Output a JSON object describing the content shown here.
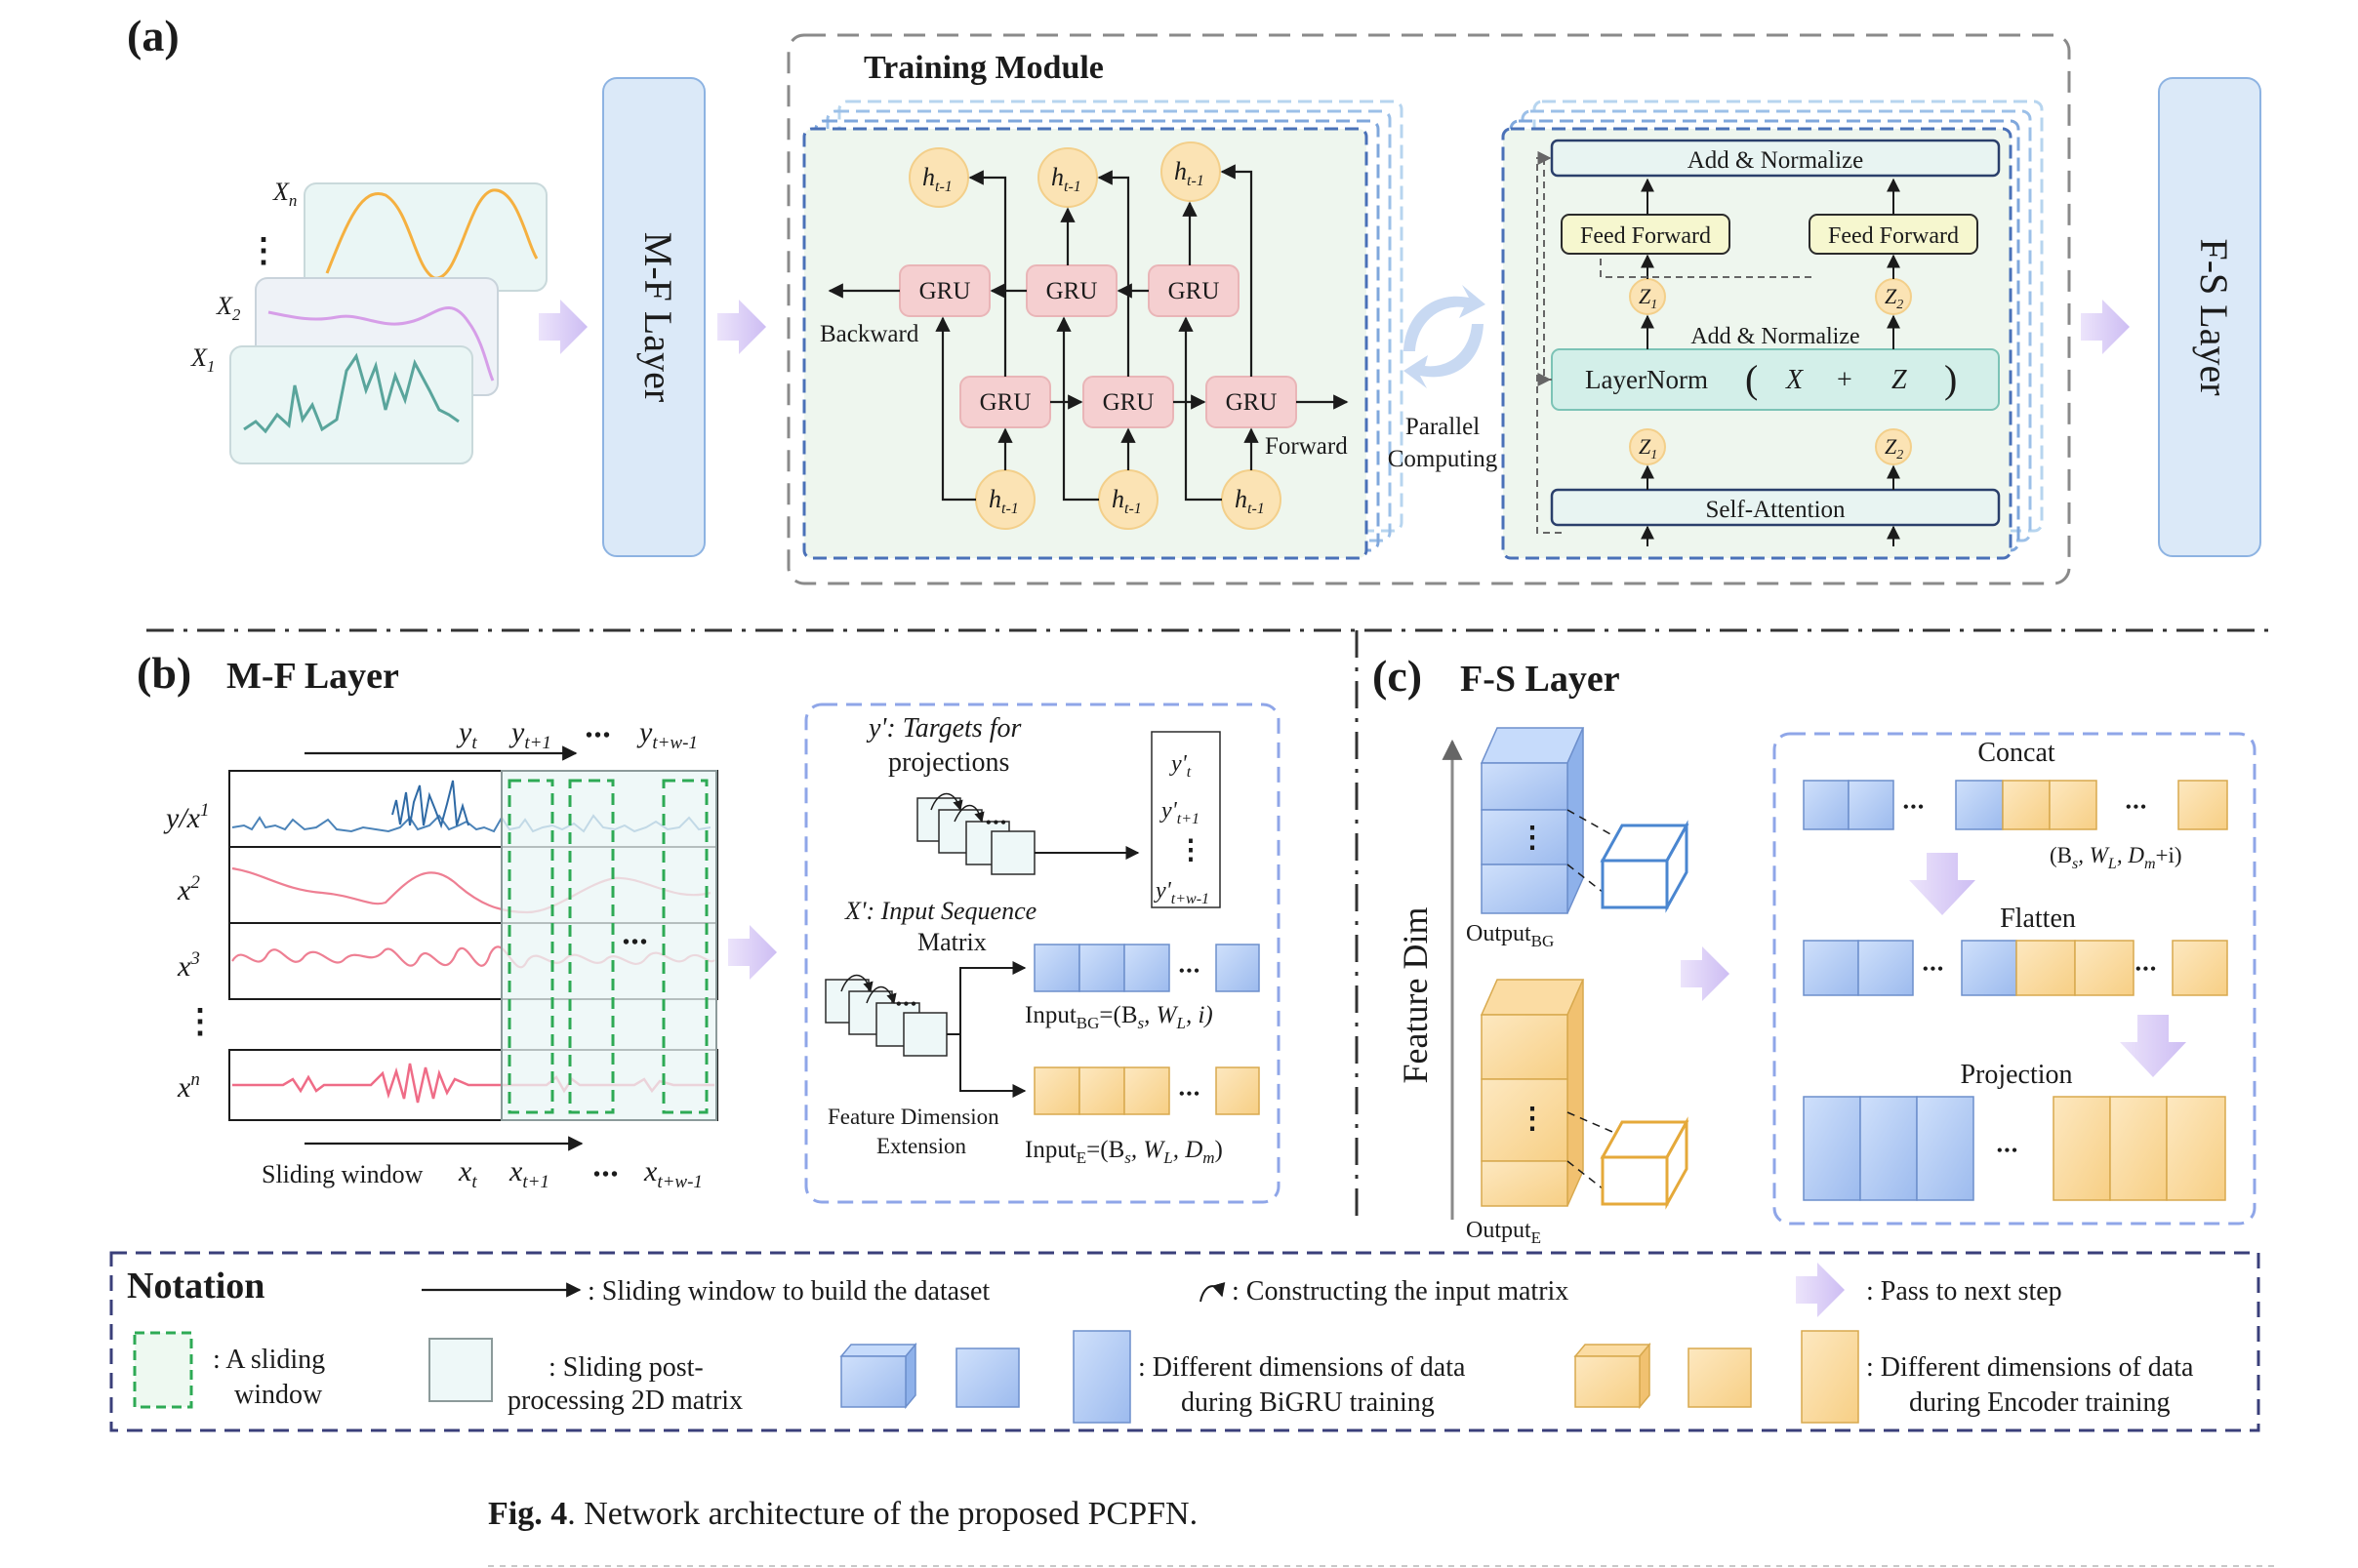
{
  "panel_a": {
    "label": "(a)",
    "module_title": "Training Module",
    "inputs": [
      "X",
      "X",
      "X"
    ],
    "input_subs": [
      "n",
      "2",
      "1"
    ],
    "vdots": "⋮",
    "mf_box": "M-F Layer",
    "fs_box": "F-S Layer",
    "bigru": {
      "gru": "GRU",
      "backward": "Backward",
      "forward": "Forward",
      "h": "h",
      "h_sub": "t-1"
    },
    "parallel_1": "Parallel",
    "parallel_2": "Computing",
    "encoder": {
      "add_norm_top": "Add & Normalize",
      "feed_forward": "Feed Forward",
      "z": "Z",
      "z_subs": [
        "1",
        "2"
      ],
      "add_norm_mid": "Add & Normalize",
      "layernorm": "LayerNorm",
      "paren_open": "(",
      "x": "X",
      "plus": "+",
      "zz": "Z",
      "paren_close": ")",
      "self_attention": "Self-Attention"
    }
  },
  "panel_b": {
    "label": "(b)",
    "title": "M-F Layer",
    "y_top": {
      "y": "y",
      "s1": "t",
      "s2": "t+1",
      "dots": "•••",
      "s3": "t+w-1"
    },
    "row_labels": [
      {
        "t": "y/x",
        "sup": "1"
      },
      {
        "t": "x",
        "sup": "2"
      },
      {
        "t": "x",
        "sup": "3"
      },
      {
        "t": "x",
        "sup": "n"
      }
    ],
    "vdots": "⋮",
    "mid_dots": "•••",
    "sliding": "Sliding window",
    "x_bot": {
      "x": "x",
      "s1": "t",
      "s2": "t+1",
      "dots": "•••",
      "s3": "t+w-1"
    },
    "targets_1": "y': Targets for",
    "targets_2": "projections",
    "tgt_list": [
      {
        "base": "y'",
        "sub": "t"
      },
      {
        "base": "y'",
        "sub": "t+1"
      },
      {
        "base": "⋮",
        "sub": ""
      },
      {
        "base": "y'",
        "sub": "t+w-1"
      }
    ],
    "input_seq_1": "X': Input Sequence",
    "input_seq_2": "Matrix",
    "feat_ext_1": "Feature Dimension",
    "feat_ext_2": "Extension",
    "input_bg": {
      "pre": "Input",
      "sub": "BG",
      "eq": "=(B",
      "s1": "s",
      "c1": ", W",
      "s2": "L",
      "c2": ",  i)"
    },
    "input_e": {
      "pre": "Input",
      "sub": "E",
      "eq": "=(B",
      "s1": "s",
      "c1": ", W",
      "s2": "L",
      "c2": ", D",
      "s3": "m",
      "c3": ")"
    },
    "dots": "•••"
  },
  "panel_c": {
    "label": "(c)",
    "title": "F-S Layer",
    "feature_dim": "Feature Dim",
    "output_bg": {
      "pre": "Output",
      "sub": "BG"
    },
    "output_e": {
      "pre": "Output",
      "sub": "E"
    },
    "concat": "Concat",
    "concat_dims": {
      "pre": "(B",
      "s1": "s",
      "c1": ", W",
      "s2": "L",
      "c2": ",  D",
      "s3": "m",
      "c3": "+i)"
    },
    "flatten": "Flatten",
    "projection": "Projection",
    "dots": "•••"
  },
  "notation": {
    "title": "Notation",
    "arrow_desc": ": Sliding window to build the dataset",
    "curve_desc": ": Constructing the input matrix",
    "pass_desc": ": Pass to next step",
    "sliding_1": ": A sliding",
    "sliding_2": "window",
    "post_1": ": Sliding post-",
    "post_2": "processing 2D matrix",
    "bigru_1": ": Different dimensions of data",
    "bigru_2": "during BiGRU  training",
    "enc_1": ": Different dimensions of data",
    "enc_2": "during Encoder  training"
  },
  "caption": {
    "label": "Fig. 4",
    "text": ".  Network architecture of the proposed PCPFN."
  },
  "colors": {
    "blue": "#a9c5f0",
    "orange": "#f9d79a",
    "gru_pink": "#f5cfd0",
    "h_circle": "#fbe3b4",
    "green_panel": "#eef6ee",
    "teal": "#d3efe9",
    "mf_box": "#dbe9f8",
    "purple_arrow": "#d9ccf5",
    "green_dash": "#2eaa55",
    "frame_blue": "#8fa6e8"
  }
}
